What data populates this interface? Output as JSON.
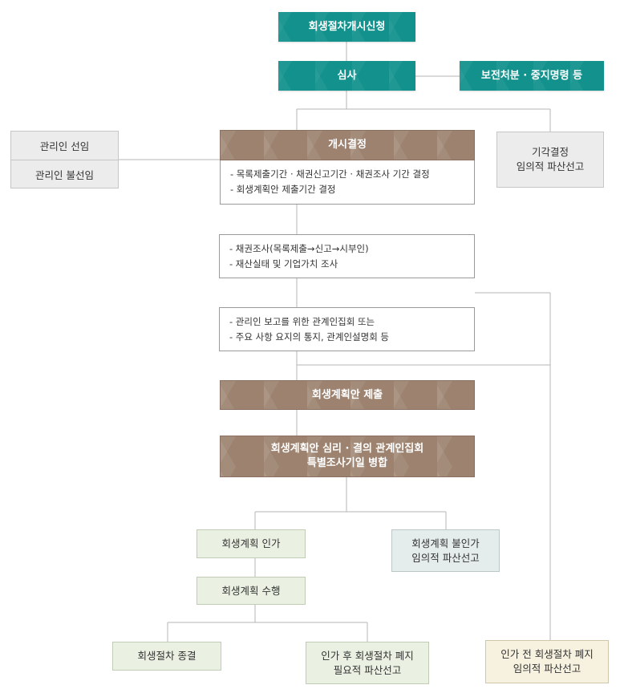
{
  "nodes": {
    "filing": "회생절차개시신청",
    "review": "심사",
    "preservation": "보전처분 · 중지명령 등",
    "commencement": "개시결정",
    "commencement_notes": [
      "- 목록제출기간 · 채권신고기간 · 채권조사  기간 결정",
      "- 회생계획안 제출기간 결정"
    ],
    "manager_appoint": "관리인 선임",
    "manager_not_appoint": "관리인 불선임",
    "dismissal": [
      "기각결정",
      "임의적 파산선고"
    ],
    "claim_investigation": [
      "- 채권조사(목록제출→신고→시부인)",
      "- 재산실태 및 기업가치 조사"
    ],
    "creditors_meeting": [
      "- 관리인 보고를 위한 관계인집회 또는",
      "- 주요 사항 요지의 통지, 관계인설명회 등"
    ],
    "plan_submission": "회생계획안 제출",
    "plan_hearing": [
      "회생계획안 심리 · 결의 관계인집회",
      "특별조사기일 병합"
    ],
    "plan_approved": "회생계획 인가",
    "plan_rejected": [
      "회생계획 불인가",
      "임의적 파산선고"
    ],
    "plan_execution": "회생계획 수행",
    "termination": "회생절차 종결",
    "abolition_after": [
      "인가 후 회생절차 폐지",
      "필요적 파산선고"
    ],
    "abolition_before": [
      "인가 전 회생절차 폐지",
      "임의적 파산선고"
    ]
  },
  "colors": {
    "teal": "#13918c",
    "brown": "#9c826f",
    "gray": "#ececec",
    "green": "#eaf1e3",
    "bluegray": "#e5ecec",
    "beige": "#f7f1df",
    "line": "#b5b5b5"
  }
}
